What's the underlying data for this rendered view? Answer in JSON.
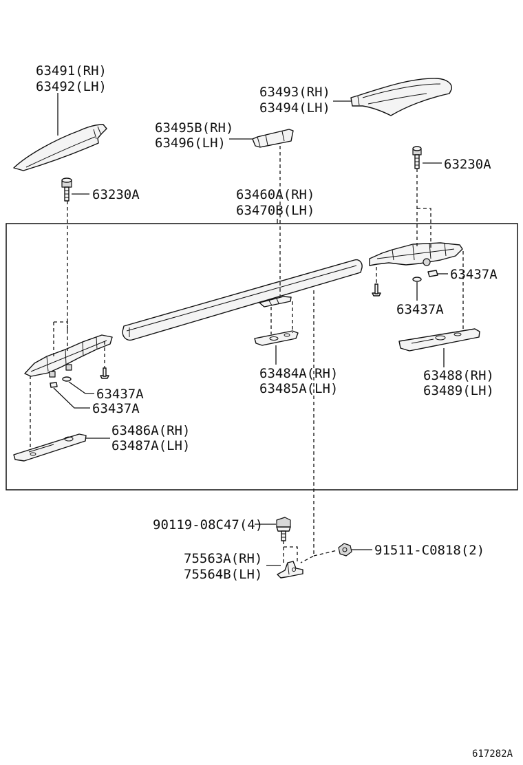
{
  "labels": {
    "p63491": "63491(RH)",
    "p63492": "63492(LH)",
    "p63493": "63493(RH)",
    "p63494": "63494(LH)",
    "p63495b": "63495B(RH)",
    "p63496": "63496(LH)",
    "p63230a_right": "63230A",
    "p63230a_left": "63230A",
    "p63460a": "63460A(RH)",
    "p63470b": "63470B(LH)",
    "p63437a_right_1": "63437A",
    "p63437a_right_2": "63437A",
    "p63484a": "63484A(RH)",
    "p63485a": "63485A(LH)",
    "p63488": "63488(RH)",
    "p63489": "63489(LH)",
    "p63437a_left_1": "63437A",
    "p63437a_left_2": "63437A",
    "p63486a": "63486A(RH)",
    "p63487a": "63487A(LH)",
    "p90119": "90119-08C47(4)",
    "p75563a": "75563A(RH)",
    "p75564b": "75564B(LH)",
    "p91511": "91511-C0818(2)"
  },
  "reference_code": "617282A"
}
